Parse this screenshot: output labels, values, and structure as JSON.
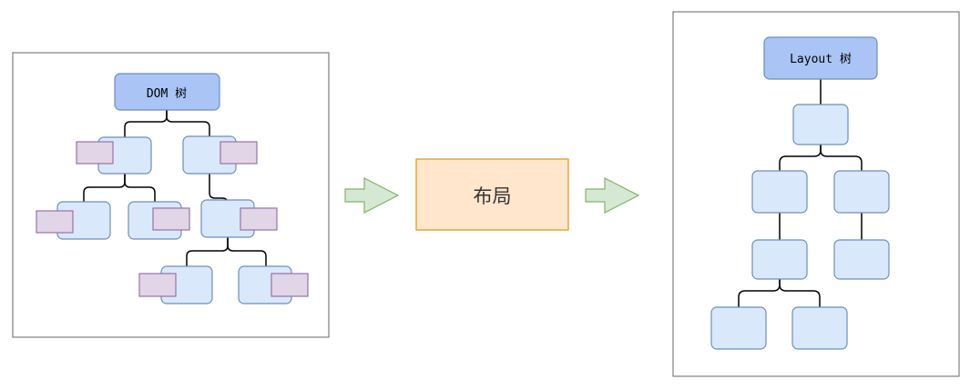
{
  "dom_tree": {
    "root_label": "DOM 树"
  },
  "layout_tree": {
    "root_label": "Layout 树"
  },
  "process": {
    "label": "布局"
  },
  "colors": {
    "root_fill": "#a9c4f5",
    "root_stroke": "#6c8ebf",
    "node_fill": "#dae8fc",
    "node_stroke": "#6c8ebf",
    "attr_fill": "#e1d5e7",
    "attr_stroke": "#9673a6",
    "process_fill": "#ffe6cc",
    "process_stroke": "#d79b00",
    "arrow_fill": "#d5e8d4",
    "arrow_stroke": "#82b366",
    "frame_stroke": "#666666"
  }
}
